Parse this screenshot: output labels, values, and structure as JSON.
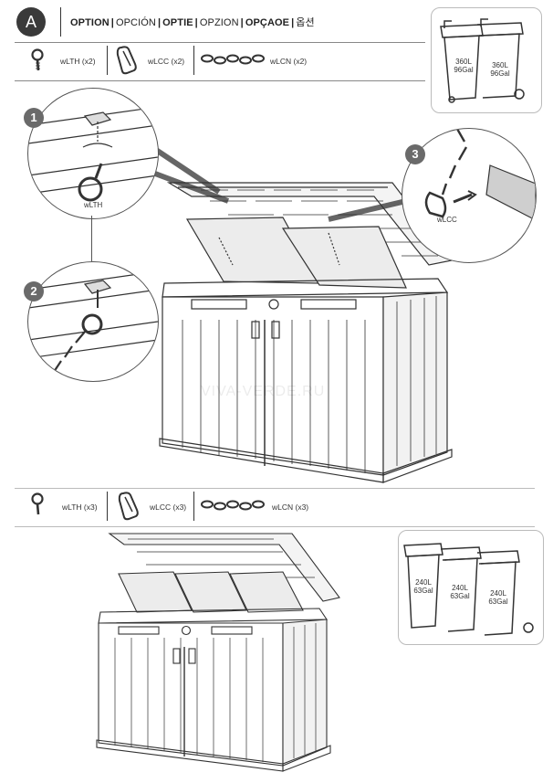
{
  "header": {
    "badge": "A",
    "title_parts": [
      {
        "text": "OPTION",
        "bold": true
      },
      {
        "text": "OPCIÓN",
        "bold": false
      },
      {
        "text": "OPTIE",
        "bold": true
      },
      {
        "text": "OPZION",
        "bold": false
      },
      {
        "text": "OPÇAOE",
        "bold": true
      },
      {
        "text": "옵션",
        "bold": false
      }
    ]
  },
  "section1": {
    "parts": [
      {
        "icon": "hook-icon",
        "label": "wLTH (x2)"
      },
      {
        "icon": "carabiner-icon",
        "label": "wLCC (x2)"
      },
      {
        "icon": "chain-icon",
        "label": "wLCN (x2)"
      }
    ],
    "bins": [
      {
        "line1": "360L",
        "line2": "96Gal"
      },
      {
        "line1": "360L",
        "line2": "96Gal"
      }
    ],
    "steps": [
      {
        "number": "1",
        "label": "wLTH"
      },
      {
        "number": "2",
        "label": ""
      },
      {
        "number": "3",
        "label": "wLCC"
      }
    ]
  },
  "section2": {
    "parts": [
      {
        "icon": "hook-icon",
        "label": "wLTH (x3)"
      },
      {
        "icon": "carabiner-icon",
        "label": "wLCC (x3)"
      },
      {
        "icon": "chain-icon",
        "label": "wLCN (x3)"
      }
    ],
    "bins": [
      {
        "line1": "240L",
        "line2": "63Gal"
      },
      {
        "line1": "240L",
        "line2": "63Gal"
      },
      {
        "line1": "240L",
        "line2": "63Gal"
      }
    ]
  },
  "watermark": "VIVA-VERDE.RU",
  "colors": {
    "line": "#333333",
    "panel_border": "#bbbbbb",
    "fill_gray": "#cfcfcf",
    "step_badge": "#6a6a6a"
  }
}
